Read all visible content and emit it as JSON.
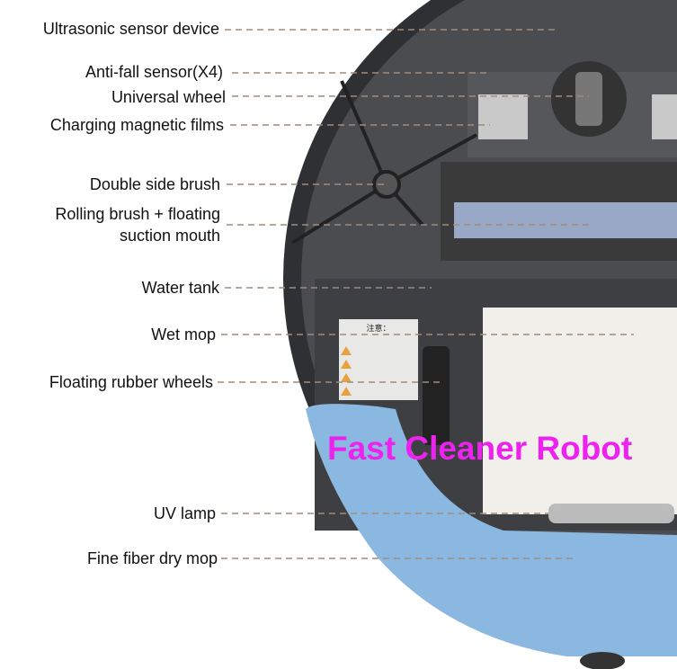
{
  "labels": [
    {
      "text": "Ultrasonic sensor device"
    },
    {
      "text": "Anti-fall sensor(X4)"
    },
    {
      "text": "Universal wheel"
    },
    {
      "text": "Charging magnetic films"
    },
    {
      "text": "Double side brush"
    },
    {
      "text": "Rolling brush + floating"
    },
    {
      "text": "suction mouth"
    },
    {
      "text": "Water tank"
    },
    {
      "text": "Wet mop"
    },
    {
      "text": "Floating rubber wheels"
    },
    {
      "text": "UV lamp"
    },
    {
      "text": "Fine fiber dry mop"
    }
  ],
  "brand_text": "Fast Cleaner Robot",
  "warning_card_title": "注意：",
  "colors": {
    "brand": "#ee22ee",
    "mop": "#8ab8e0",
    "body": "#3a3c40",
    "leader": "#a08c7c"
  }
}
